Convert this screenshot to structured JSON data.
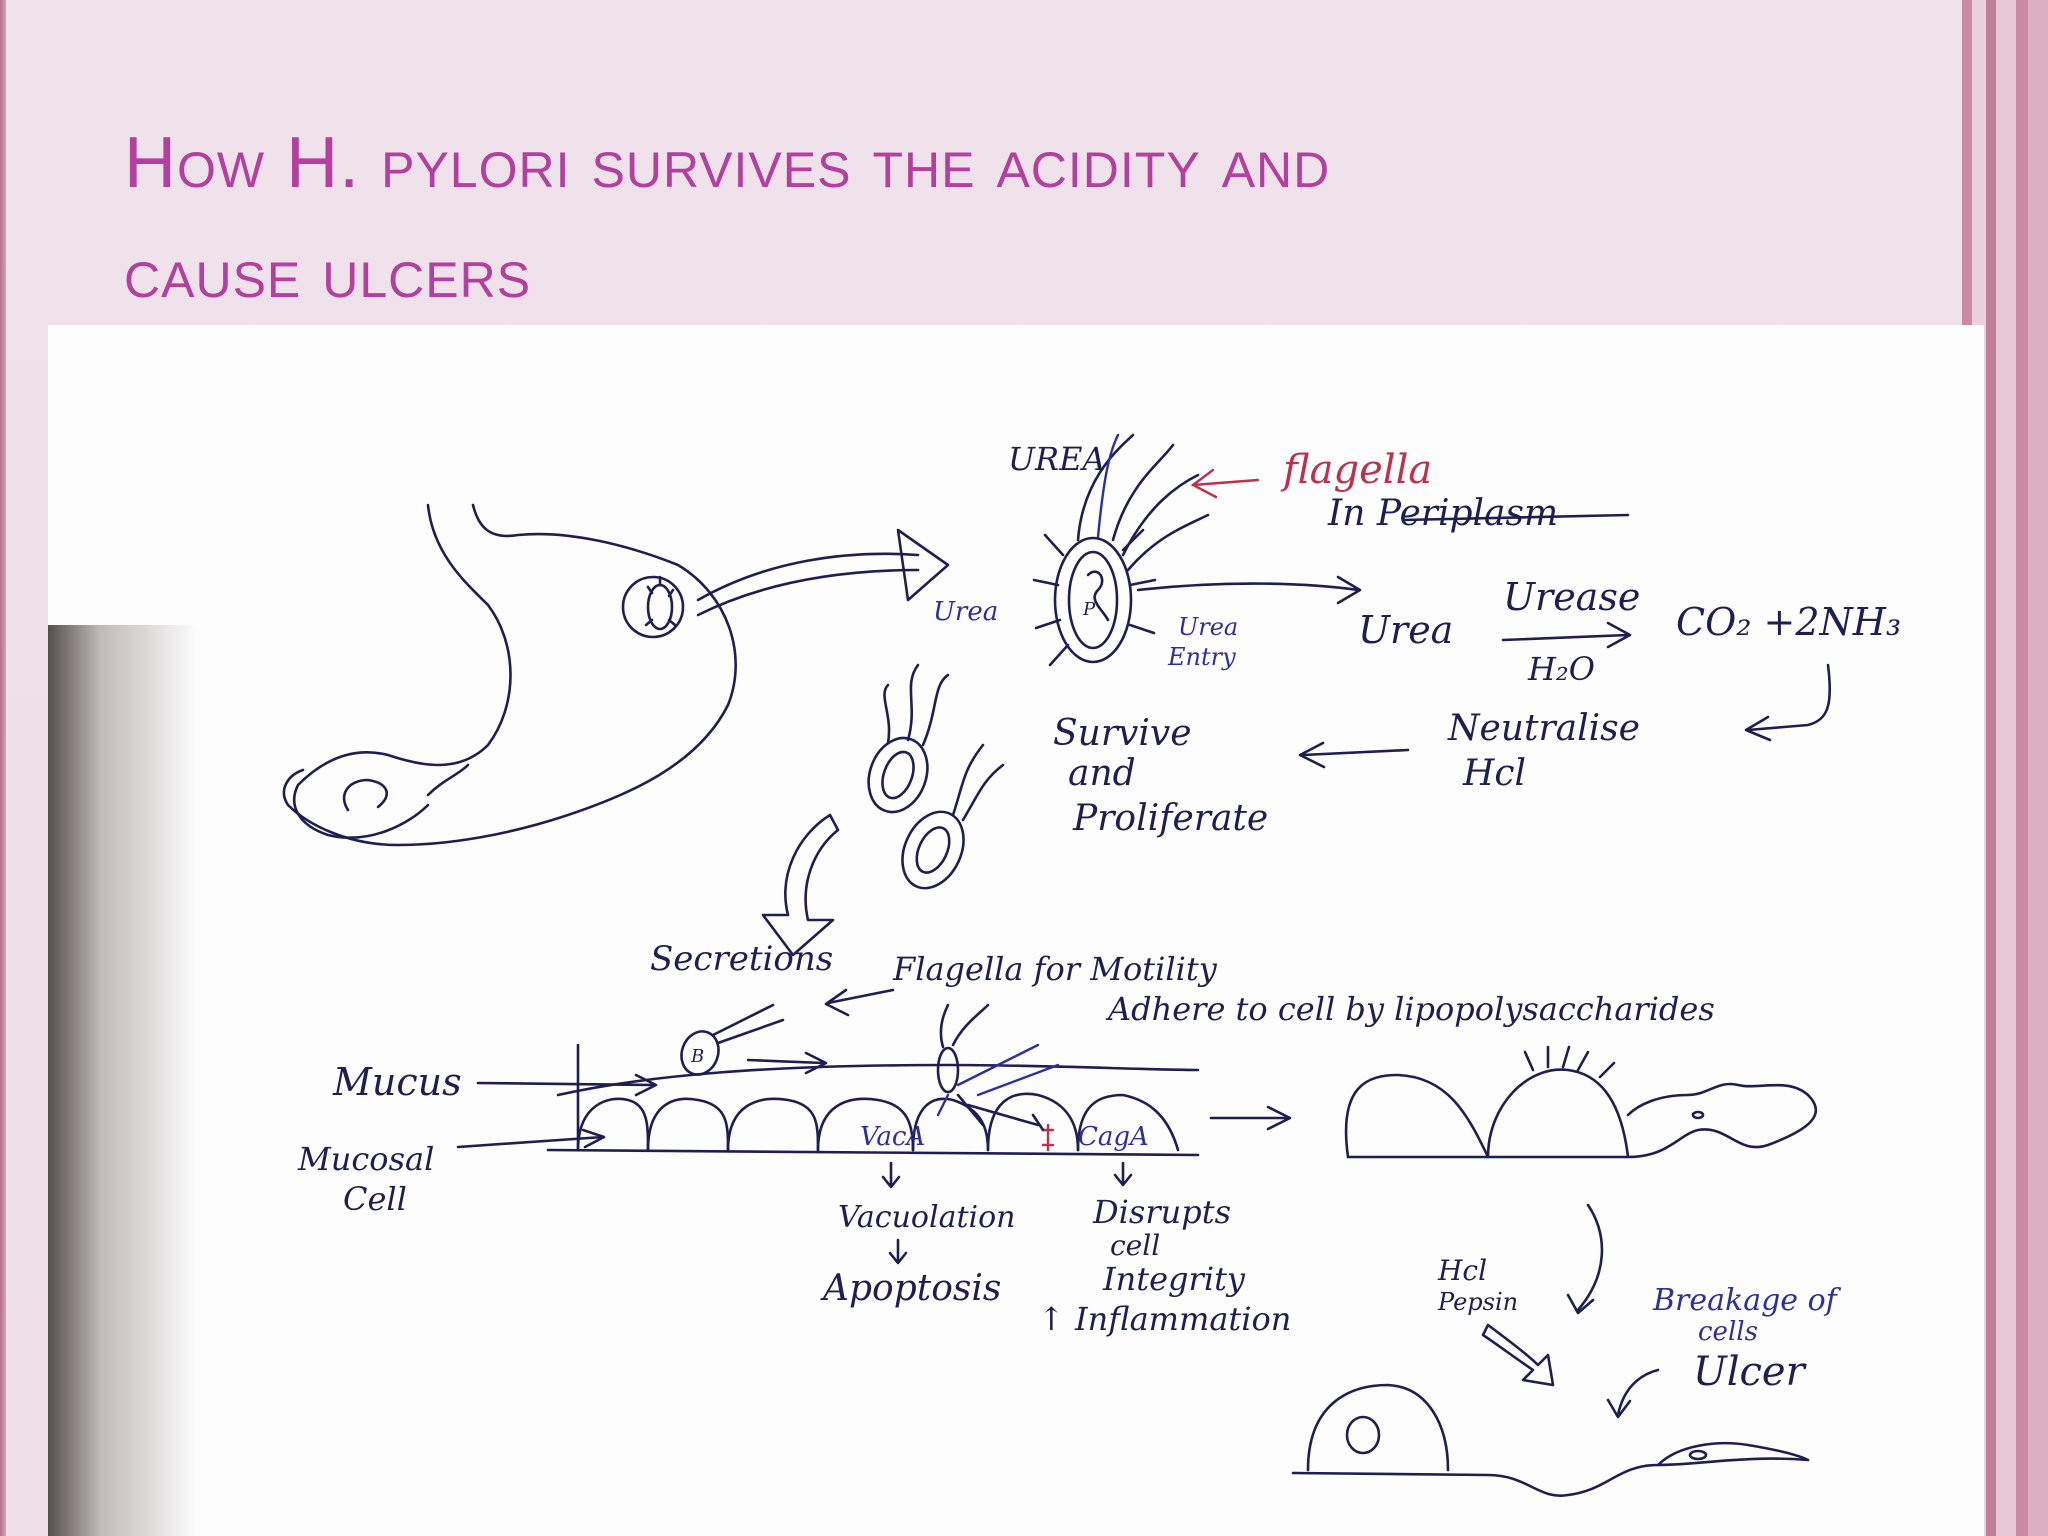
{
  "slide": {
    "title_line1": "How H. pylori survives the acidity and",
    "title_line2": "cause ulcers",
    "accent_color": "#b43f9f"
  },
  "diagram": {
    "labels": {
      "urea_top": "UREA",
      "flagella": "flagella",
      "in_periplasm": "In Periplasm",
      "urea_left": "Urea",
      "urea_entry_1": "Urea",
      "urea_entry_2": "Entry",
      "reaction_urea": "Urea",
      "reaction_urease": "Urease",
      "reaction_h2o": "H₂O",
      "reaction_products": "CO₂ +2NH₃",
      "neutralise_1": "Neutralise",
      "neutralise_2": "Hcl",
      "survive_1": "Survive",
      "survive_2": "and",
      "survive_3": "Proliferate",
      "secretions": "Secretions",
      "flagella_motility": "Flagella for Motility",
      "adhere": "Adhere to cell  by  lipopolysaccharides",
      "mucus": "Mucus",
      "mucosal_1": "Mucosal",
      "mucosal_2": "Cell",
      "vaca": "VacA",
      "caga": "CagA",
      "vacuolation": "Vacuolation",
      "apoptosis": "Apoptosis",
      "disrupts_1": "Disrupts",
      "disrupts_2": "cell",
      "disrupts_3": "Integrity",
      "inflammation": "↑ Inflammation",
      "hcl_pepsin_1": "Hcl",
      "hcl_pepsin_2": "Pepsin",
      "breakage_1": "Breakage of",
      "breakage_2": "cells",
      "ulcer": "Ulcer",
      "b_marker": "B",
      "bacteria_letters": "P"
    }
  }
}
